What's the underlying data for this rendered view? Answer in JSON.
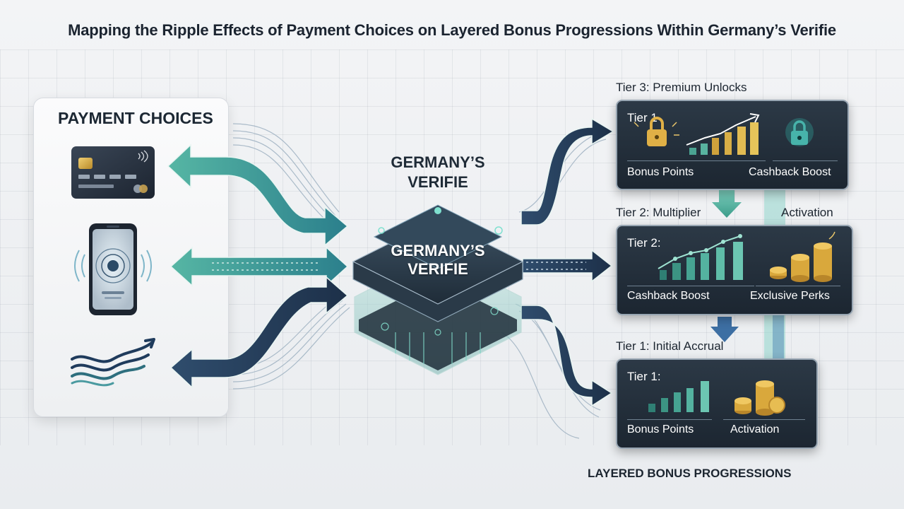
{
  "title": "Mapping the Ripple Effects of Payment Choices on Layered Bonus Progressions Within Germany’s Verifie",
  "payment": {
    "heading": "PAYMENT CHOICES",
    "icons": [
      "credit-card-icon",
      "smartphone-nfc-icon",
      "wave-transfer-icon"
    ]
  },
  "hub": {
    "title_line1": "GERMANY’S",
    "title_line2": "VERIFIE",
    "label_line1": "GERMANY’S",
    "label_line2": "VERIFIE"
  },
  "tiers": {
    "tier3": {
      "heading": "Tier 3: Premium Unlocks",
      "box_name": "Tier 1",
      "left_label": "Bonus Points",
      "right_label": "Cashback Boost"
    },
    "tier2": {
      "heading_left": "Tier 2: Multiplier",
      "heading_right": "Activation",
      "box_name": "Tier 2:",
      "left_label": "Cashback Boost",
      "right_label": "Exclusive Perks"
    },
    "tier1": {
      "heading": "Tier 1: Initial Accrual",
      "box_name": "Tier 1:",
      "left_label": "Bonus Points",
      "right_label": "Activation"
    }
  },
  "footer_label": "LAYERED BONUS PROGRESSIONS",
  "colors": {
    "teal": "#4fae9c",
    "navy": "#243a56",
    "gold": "#d8a93a",
    "panel_dark": "#222d38"
  }
}
